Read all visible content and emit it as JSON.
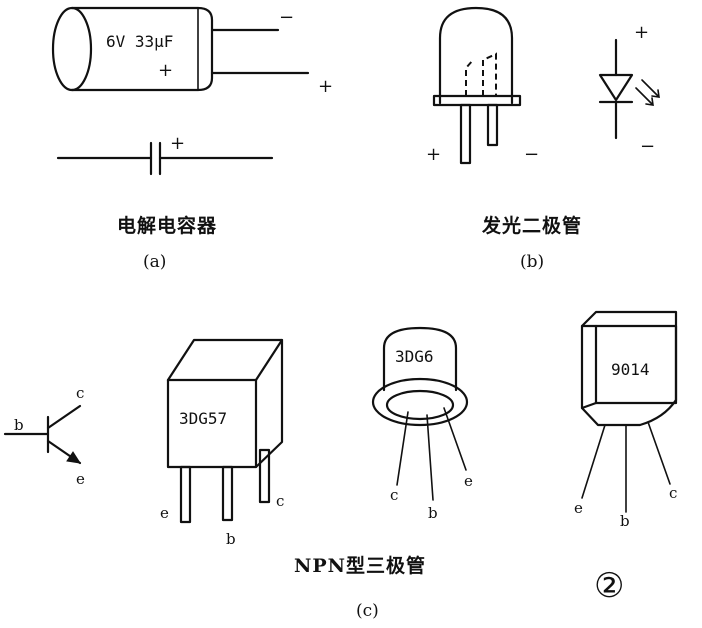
{
  "capacitor": {
    "body_label": "6V 33μF",
    "plus_on_body": "+",
    "lead_minus": "−",
    "lead_plus": "+",
    "symbol_plus": "+",
    "caption": "电解电容器",
    "sub": "(a)"
  },
  "led": {
    "lead_plus": "+",
    "lead_minus": "−",
    "symbol_plus": "+",
    "symbol_minus": "−",
    "caption": "发光二极管",
    "sub": "(b)"
  },
  "transistor": {
    "symbol_pins": {
      "b": "b",
      "c": "c",
      "e": "e"
    },
    "box_pkg": {
      "label": "3DG57",
      "pins": {
        "e": "e",
        "b": "b",
        "c": "c"
      }
    },
    "can_pkg": {
      "label": "3DG6",
      "pins": {
        "c": "c",
        "b": "b",
        "e": "e"
      }
    },
    "to92_pkg": {
      "label": "9014",
      "pins": {
        "e": "e",
        "b": "b",
        "c": "c"
      }
    },
    "caption": "NPN型三极管",
    "sub": "(c)"
  },
  "figure_number": "②"
}
